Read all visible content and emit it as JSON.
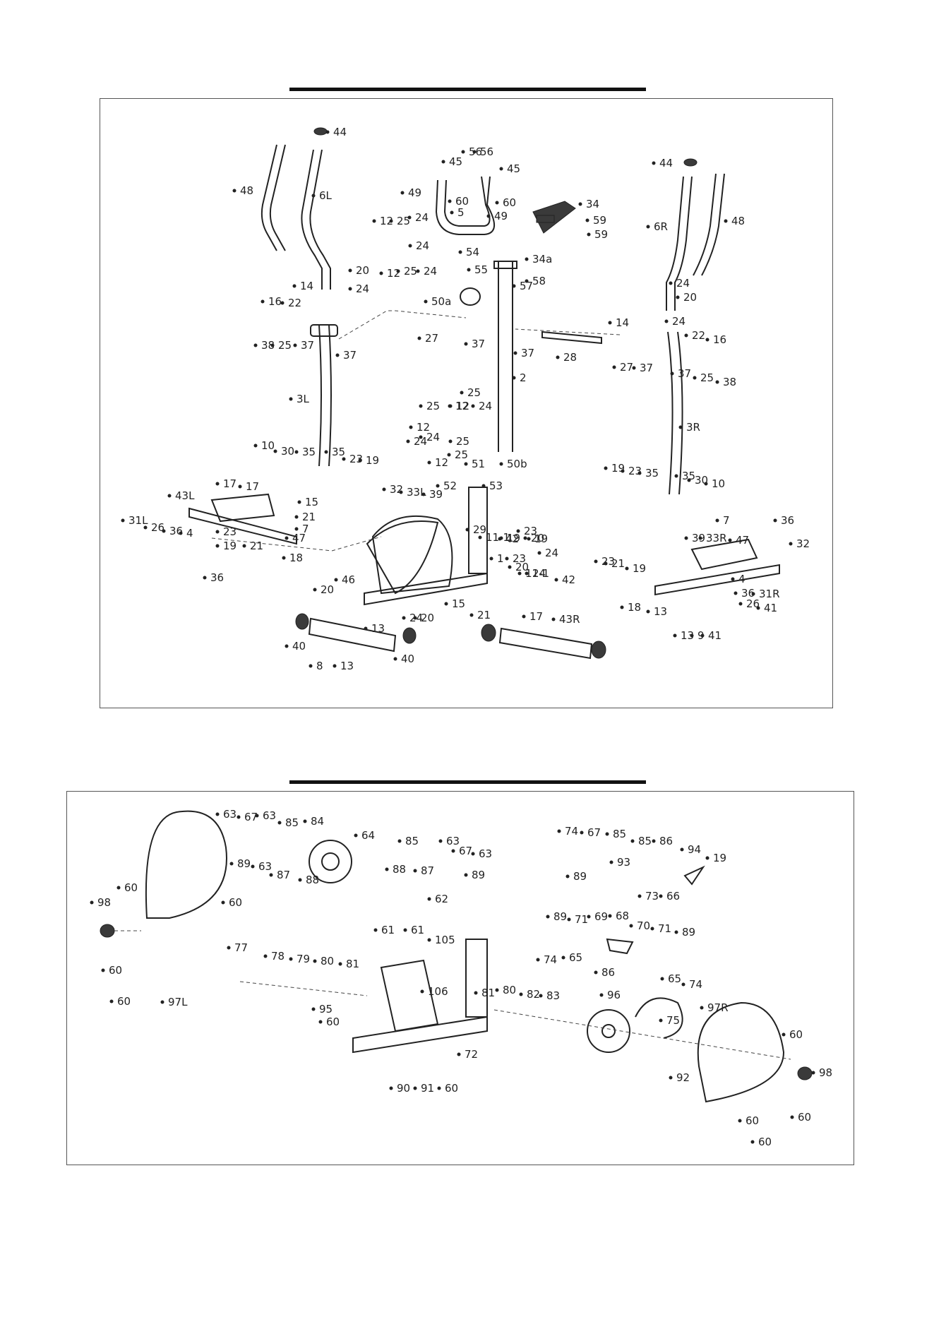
{
  "diagram_top": {
    "labels": [
      "44",
      "48",
      "6L",
      "56",
      "45",
      "56",
      "45",
      "49",
      "60",
      "5",
      "60",
      "49",
      "34",
      "59",
      "59",
      "34a",
      "12",
      "25",
      "24",
      "24",
      "20",
      "24",
      "14",
      "12",
      "25",
      "24",
      "54",
      "55",
      "57",
      "58",
      "50a",
      "16",
      "22",
      "38",
      "25",
      "37",
      "37",
      "27",
      "37",
      "37",
      "28",
      "27",
      "37",
      "37",
      "22",
      "16",
      "25",
      "38",
      "44",
      "6R",
      "48",
      "24",
      "20",
      "14",
      "24",
      "3L",
      "2",
      "3R",
      "25",
      "12",
      "25",
      "12",
      "24",
      "25",
      "12",
      "24",
      "24",
      "12",
      "25",
      "51",
      "50b",
      "10",
      "30",
      "35",
      "35",
      "23",
      "19",
      "19",
      "23",
      "35",
      "35",
      "30",
      "10",
      "17",
      "17",
      "43L",
      "15",
      "21",
      "7",
      "31L",
      "26",
      "36",
      "4",
      "23",
      "19",
      "21",
      "18",
      "47",
      "36",
      "32",
      "33L",
      "39",
      "52",
      "53",
      "29",
      "11-1",
      "42",
      "19",
      "23",
      "11-1",
      "42",
      "19",
      "23",
      "20",
      "24",
      "20",
      "24",
      "1",
      "46",
      "20",
      "24",
      "20",
      "15",
      "21",
      "17",
      "43R",
      "7",
      "47",
      "39",
      "33R",
      "36",
      "32",
      "23",
      "21",
      "19",
      "18",
      "4",
      "36",
      "26",
      "31R",
      "41",
      "13",
      "13",
      "9",
      "41",
      "40",
      "8",
      "13",
      "13",
      "40"
    ]
  },
  "diagram_bottom": {
    "labels": [
      "63",
      "67",
      "63",
      "85",
      "84",
      "64",
      "85",
      "63",
      "67",
      "63",
      "89",
      "63",
      "87",
      "88",
      "88",
      "87",
      "62",
      "89",
      "74",
      "67",
      "85",
      "85",
      "86",
      "94",
      "19",
      "89",
      "93",
      "73",
      "66",
      "60",
      "98",
      "60",
      "61",
      "61",
      "105",
      "77",
      "78",
      "79",
      "80",
      "81",
      "89",
      "71",
      "69",
      "68",
      "70",
      "71",
      "89",
      "74",
      "65",
      "86",
      "65",
      "74",
      "60",
      "60",
      "97L",
      "106",
      "95",
      "60",
      "81",
      "80",
      "82",
      "83",
      "96",
      "75",
      "97R",
      "60",
      "98",
      "92",
      "72",
      "90",
      "91",
      "60",
      "60",
      "60",
      "60"
    ]
  }
}
